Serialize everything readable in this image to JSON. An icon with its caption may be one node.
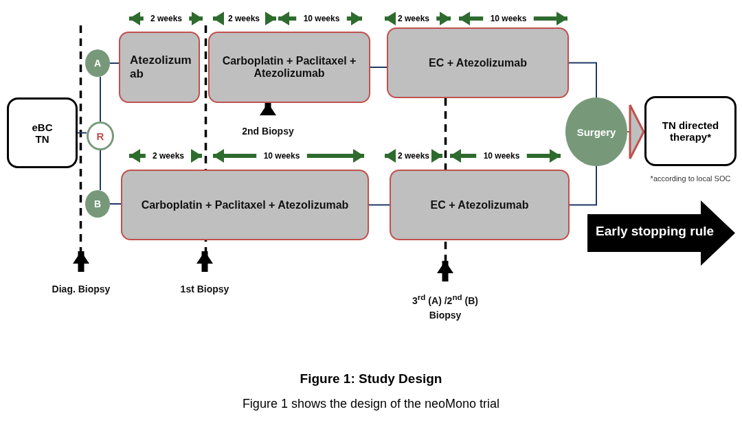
{
  "diagram": {
    "title": "Figure 1: Study Design",
    "caption": "Figure 1 shows the design of the neoMono trial",
    "nodes": [
      {
        "text": [
          "eBC TN"
        ]
      },
      {
        "text": [
          "R"
        ]
      },
      {
        "text": [
          "A"
        ]
      },
      {
        "text": [
          "B"
        ]
      },
      {
        "text": [
          "Atezolizumab"
        ]
      },
      {
        "text": [
          "Carboplatin + Paclitaxel + Atezolizumab"
        ]
      },
      {
        "text": [
          "EC + Atezolizumab"
        ]
      },
      {
        "text": [
          "Carboplatin + Paclitaxel + Atezolizumab"
        ]
      },
      {
        "text": [
          "EC + Atezolizumab"
        ]
      },
      {
        "text": [
          "Surgery"
        ]
      },
      {
        "text": [
          "TN directed therapy*"
        ],
        "beside": [
          "*according to local SOC"
        ]
      },
      {
        "text": [
          "Early stopping rule"
        ]
      },
      {
        "text": [
          "2nd  Biopsy"
        ]
      },
      {
        "text": [
          "Diag. Biopsy"
        ]
      },
      {
        "text": [
          "1st Biopsy"
        ]
      },
      {
        "text": [
          "3$^{rd}$  (A) /2$^{nd}$  (B) Biopsy"
        ]
      },
      {
        "text": [],
        "shape": "line"
      },
      {
        "text": [],
        "shape": "line"
      },
      {
        "text": [],
        "shape": "line"
      }
    ],
    "edges": [
      {
        "from": 0,
        "to": 1,
        "arrow": "none"
      },
      {
        "from": 1,
        "to": 2,
        "arrow": "none"
      },
      {
        "from": 1,
        "to": 3,
        "arrow": "none"
      },
      {
        "from": 2,
        "to": 4,
        "arrow": "none"
      },
      {
        "from": 5,
        "to": 6,
        "arrow": "none"
      },
      {
        "from": 6,
        "to": 9,
        "arrow": "none"
      },
      {
        "from": 3,
        "to": 7,
        "arrow": "none"
      },
      {
        "from": 7,
        "to": 8,
        "arrow": "none"
      },
      {
        "from": 8,
        "to": 9,
        "arrow": "none"
      },
      {
        "from": 9,
        "to": 10,
        "arrow": "to",
        "color": "#c0504d"
      },
      {
        "from": 12,
        "to": 5,
        "arrow": "to",
        "style": "thick",
        "color": "#000000"
      },
      {
        "from": 13,
        "to": 16,
        "arrow": "to",
        "style": "thick",
        "color": "#000000"
      },
      {
        "from": 14,
        "to": 17,
        "arrow": "to",
        "style": "thick",
        "color": "#000000"
      },
      {
        "from": 15,
        "to": 18,
        "arrow": "to",
        "style": "thick",
        "color": "#000000"
      }
    ],
    "labels": [
      "2 weeks",
      "2 weeks",
      "10 weeks",
      "2 weeks",
      "10 weeks",
      "2 weeks",
      "10 weeks",
      "2 weeks",
      "10 weeks"
    ]
  }
}
